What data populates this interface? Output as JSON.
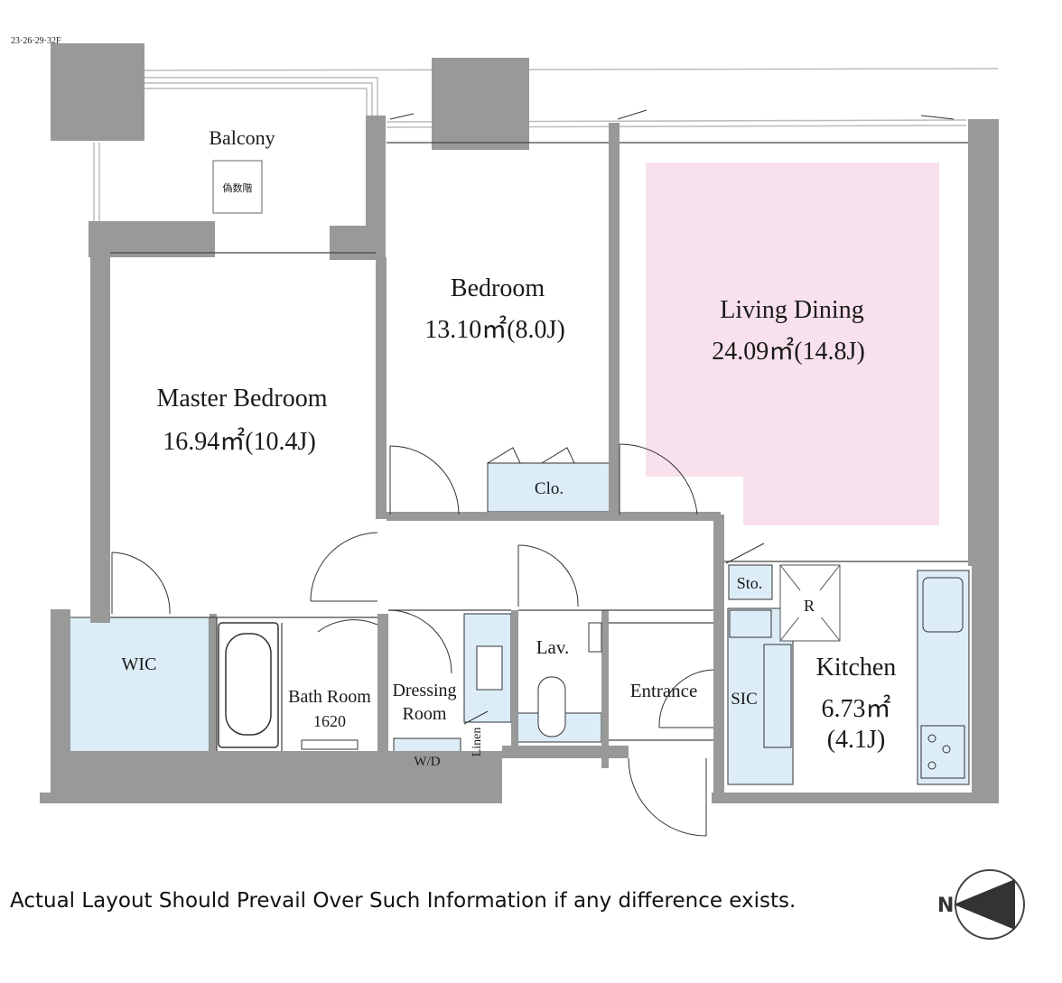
{
  "floors_note": "23·26·29·32F",
  "rooms": {
    "balcony": "Balcony",
    "balcony_stamp": "偽数階",
    "bedroom": "Bedroom",
    "bedroom_area": "13.10㎡(8.0J)",
    "living_dining": "Living Dining",
    "living_dining_area": "24.09㎡(14.8J)",
    "master_bedroom": "Master Bedroom",
    "master_bedroom_area": "16.94㎡(10.4J)",
    "closet": "Clo.",
    "storage": "Sto.",
    "refrigerator": "R",
    "wic": "WIC",
    "bath_room": "Bath Room",
    "bath_size": "1620",
    "dressing_room_line1": "Dressing",
    "dressing_room_line2": "Room",
    "lavatory": "Lav.",
    "entrance": "Entrance",
    "sic": "SIC",
    "kitchen": "Kitchen",
    "kitchen_area": "6.73㎡",
    "kitchen_tatami": "(4.1J)",
    "washer_dryer": "W/D",
    "linen": "Linen"
  },
  "disclaimer": "Actual Layout Should Prevail Over Such Information if any difference exists.",
  "compass_letter": "N",
  "colors": {
    "wall": "#999999",
    "wall_dark": "#7f7f7f",
    "living_highlight": "#f8e1ec",
    "wet_area": "#dcedf7",
    "line": "#333333"
  }
}
